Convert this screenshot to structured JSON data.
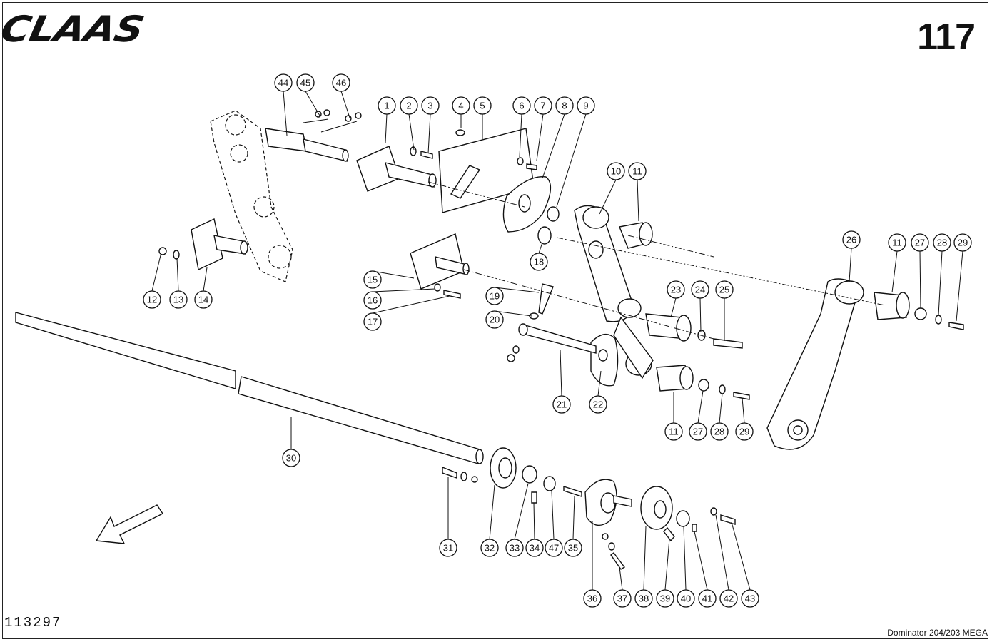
{
  "header": {
    "brand": "CLAAS",
    "page_number": "117"
  },
  "footer": {
    "drawing_number": "113297",
    "model": "Dominator 204/203 MEGA"
  },
  "callouts": [
    {
      "label": "44"
    },
    {
      "label": "45"
    },
    {
      "label": "46"
    },
    {
      "label": "1"
    },
    {
      "label": "2"
    },
    {
      "label": "3"
    },
    {
      "label": "4"
    },
    {
      "label": "5"
    },
    {
      "label": "6"
    },
    {
      "label": "7"
    },
    {
      "label": "8"
    },
    {
      "label": "9"
    },
    {
      "label": "10"
    },
    {
      "label": "11"
    },
    {
      "label": "18"
    },
    {
      "label": "12"
    },
    {
      "label": "13"
    },
    {
      "label": "14"
    },
    {
      "label": "15"
    },
    {
      "label": "16"
    },
    {
      "label": "17"
    },
    {
      "label": "19"
    },
    {
      "label": "20"
    },
    {
      "label": "21"
    },
    {
      "label": "22"
    },
    {
      "label": "23"
    },
    {
      "label": "24"
    },
    {
      "label": "25"
    },
    {
      "label": "26"
    },
    {
      "label": "11"
    },
    {
      "label": "27"
    },
    {
      "label": "28"
    },
    {
      "label": "29"
    },
    {
      "label": "11"
    },
    {
      "label": "27"
    },
    {
      "label": "28"
    },
    {
      "label": "29"
    },
    {
      "label": "30"
    },
    {
      "label": "31"
    },
    {
      "label": "32"
    },
    {
      "label": "33"
    },
    {
      "label": "34"
    },
    {
      "label": "47"
    },
    {
      "label": "35"
    },
    {
      "label": "36"
    },
    {
      "label": "37"
    },
    {
      "label": "38"
    },
    {
      "label": "39"
    },
    {
      "label": "40"
    },
    {
      "label": "41"
    },
    {
      "label": "42"
    },
    {
      "label": "43"
    }
  ]
}
